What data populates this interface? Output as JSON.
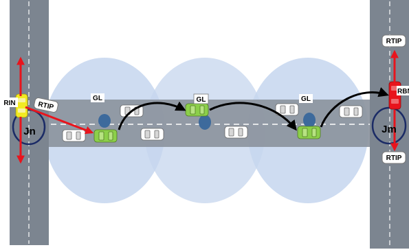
{
  "diagram": {
    "labels": {
      "rin": "RIN",
      "rtip_left": "RTIP",
      "rtip_right_top": "RTIP",
      "rtip_right_bottom": "RTIP",
      "rbn": "RBN",
      "gl_1": "GL",
      "gl_2": "GL",
      "gl_3": "GL",
      "junction_left": "Jn",
      "junction_right": "Jm"
    },
    "colors": {
      "road": "#8c949e",
      "road_dark": "#7c8590",
      "coverage": "#c6d6ee",
      "gateway_car": "#8ccf4a",
      "rin_car": "#f2ea22",
      "rbn_car": "#e8141c",
      "rtip_arrow": "#e8141c",
      "hop_arrow": "#000000",
      "junction_ring": "#1b2b66",
      "gl_dot": "#3d6a9c"
    }
  }
}
